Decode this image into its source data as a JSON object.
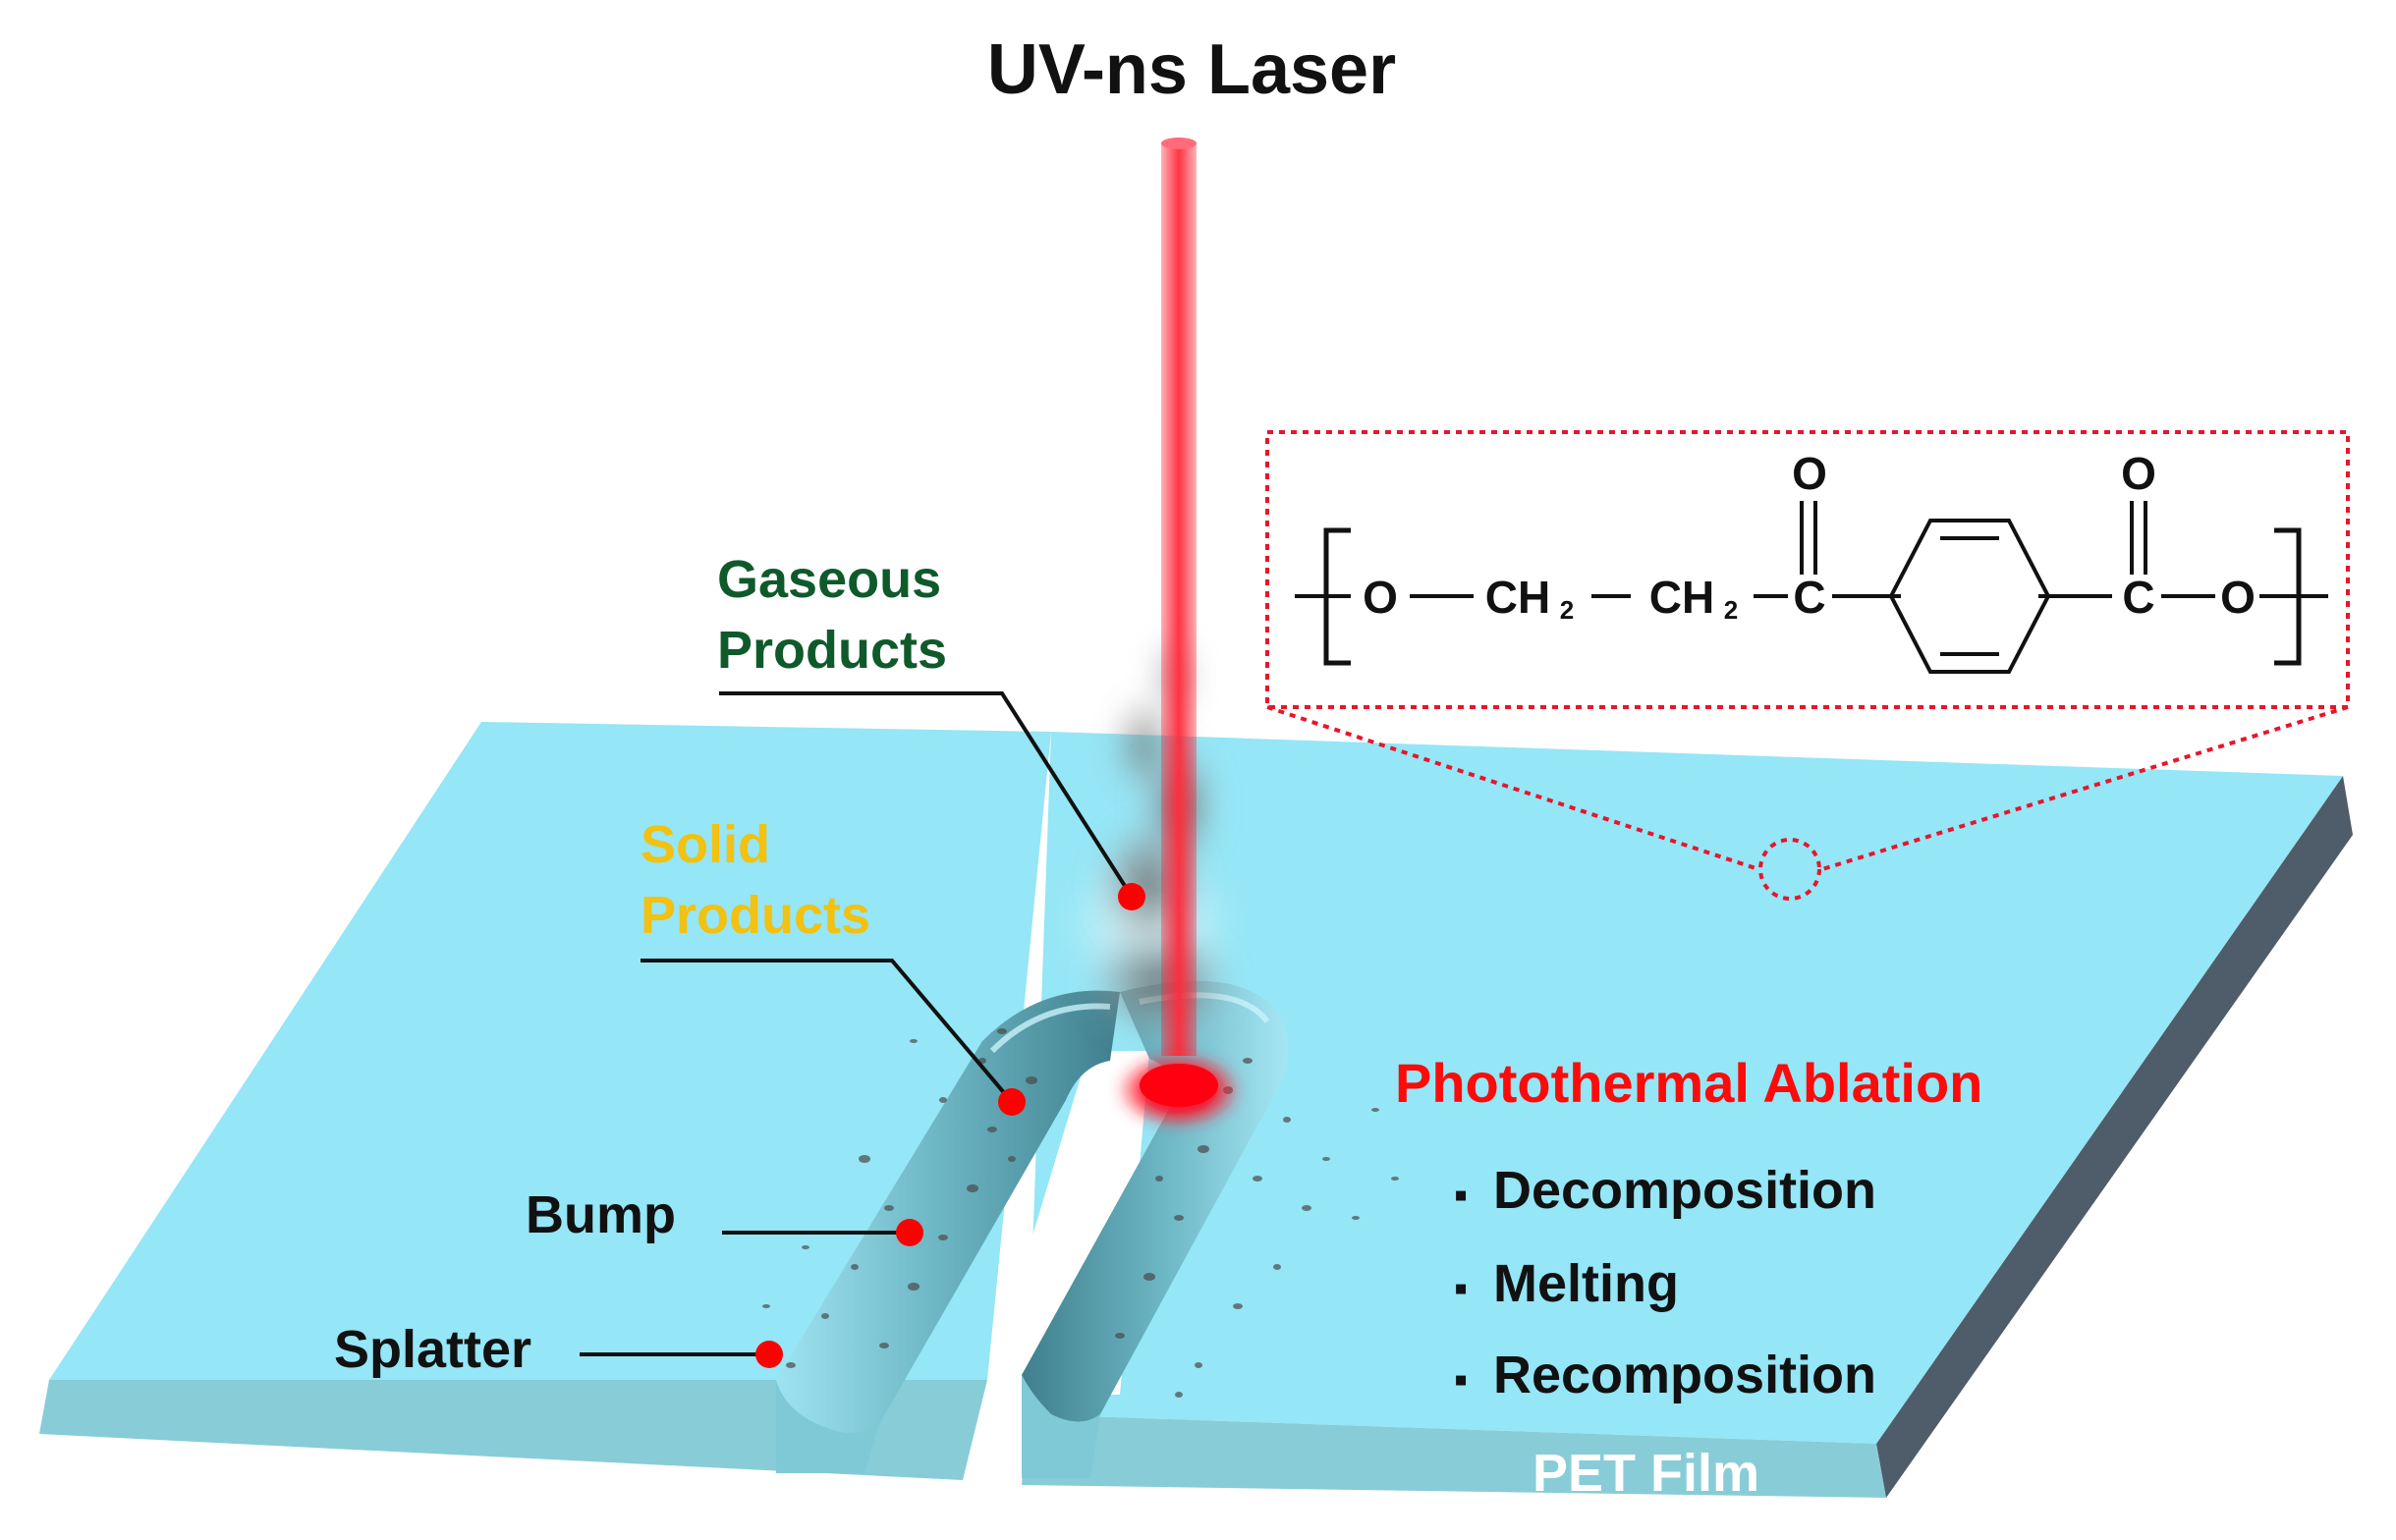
{
  "title": "UV-ns Laser",
  "labels": {
    "gaseous_line1": "Gaseous",
    "gaseous_line2": "Products",
    "solid_line1": "Solid",
    "solid_line2": "Products",
    "bump": "Bump",
    "splatter": "Splatter",
    "film": "PET Film"
  },
  "ablation": {
    "heading": "Photothermal Ablation",
    "items": [
      "Decomposition",
      "Melting",
      "Recomposition"
    ],
    "bullet": "▪"
  },
  "chemistry": {
    "o_left": "O",
    "ch2_a": "CH",
    "ch2_b": "CH",
    "sub2": "2",
    "c_left": "C",
    "o_top_left": "O",
    "c_right": "C",
    "o_top_right": "O",
    "o_right": "O"
  },
  "colors": {
    "film_top": "#95e6f6",
    "film_edge": "#88ccd8",
    "film_side_dark": "#4f5c6a",
    "laser": "#ff1a2e",
    "gaseous_text": "#0f5a2a",
    "solid_text": "#f2c111",
    "ablation_text": "#ff0a0a",
    "marker": "#ff0000",
    "box_border": "#e8152b"
  }
}
